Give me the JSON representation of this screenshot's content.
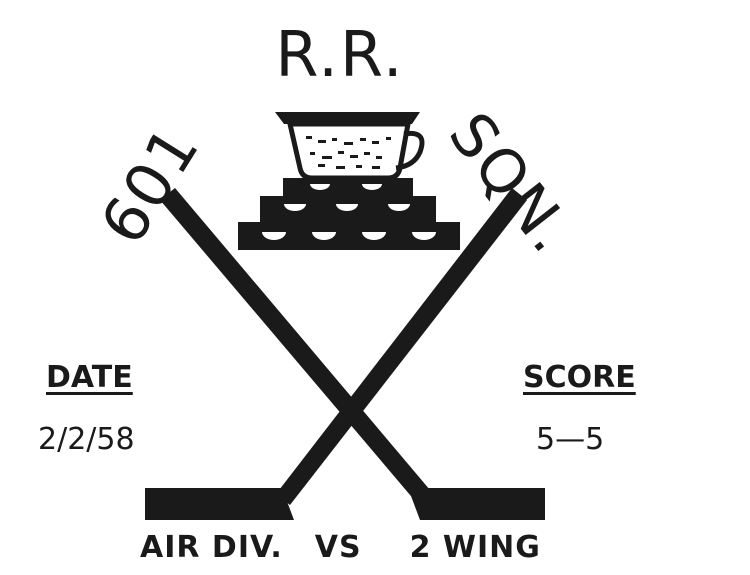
{
  "emblem": {
    "title": "R.R.",
    "squadron_number": "601",
    "squadron_label": "SQN."
  },
  "game": {
    "date_label": "DATE",
    "date_value": "2/2/58",
    "score_label": "SCORE",
    "score_value": "5—5",
    "team_home": "AIR DIV.",
    "versus": "VS",
    "team_away": "2 WING"
  },
  "colors": {
    "ink": "#1a1a1a",
    "background": "#ffffff"
  },
  "icons": [
    "trophy-cup-icon",
    "hockey-stick-icon",
    "hockey-stick-icon",
    "puck-icon"
  ]
}
